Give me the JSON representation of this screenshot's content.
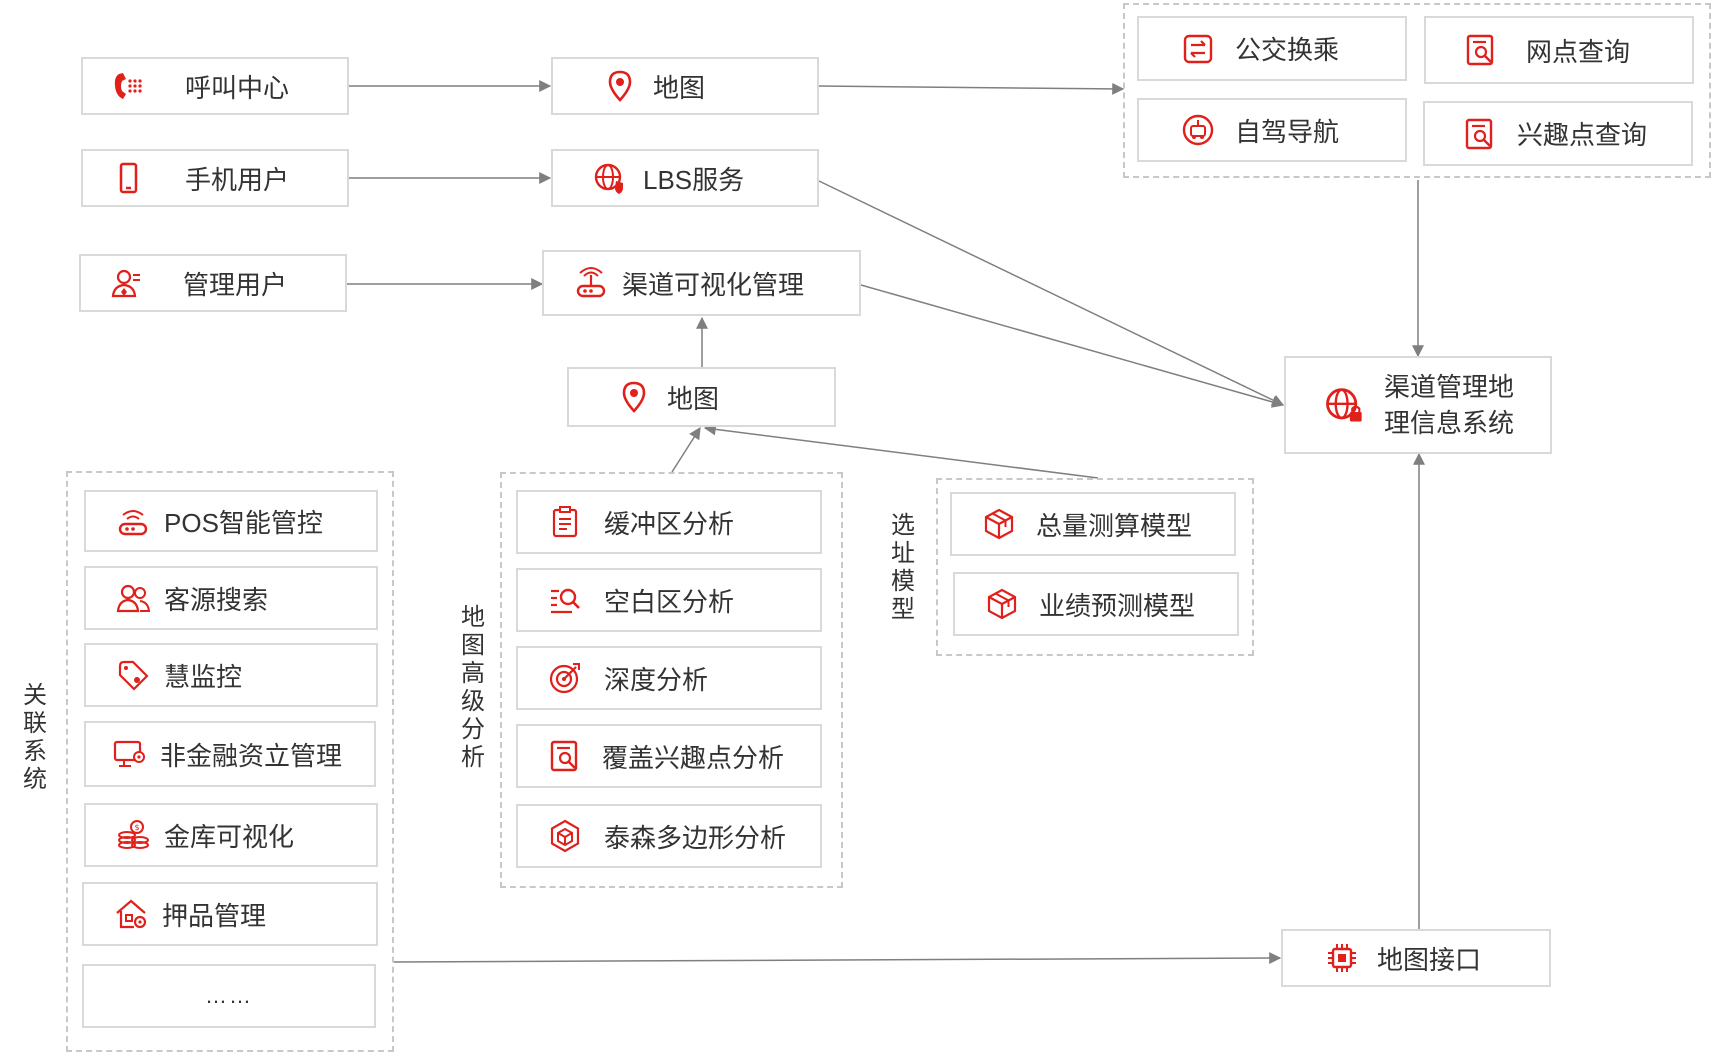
{
  "accent_color": "#e0201b",
  "line_color": "#7f7f7f",
  "users": {
    "call_center": "呼叫中心",
    "mobile_user": "手机用户",
    "admin_user": "管理用户"
  },
  "services": {
    "map_top": "地图",
    "lbs": "LBS服务",
    "channel_vis": "渠道可视化管理",
    "map_mid": "地图"
  },
  "map_functions": {
    "bus_transfer": "公交换乘",
    "outlet_query": "网点查询",
    "self_drive_nav": "自驾导航",
    "poi_query": "兴趣点查询"
  },
  "core_system": {
    "line1": "渠道管理地",
    "line2": "理信息系统"
  },
  "map_interface": "地图接口",
  "related_systems": {
    "label": "关联系统",
    "items": [
      {
        "label": "POS智能管控",
        "icon": "router-icon"
      },
      {
        "label": "客源搜索",
        "icon": "users-icon"
      },
      {
        "label": "慧监控",
        "icon": "tag-icon"
      },
      {
        "label": "非金融资立管理",
        "icon": "monitor-settings-icon"
      },
      {
        "label": "金库可视化",
        "icon": "coins-icon"
      },
      {
        "label": "押品管理",
        "icon": "house-gear-icon"
      },
      {
        "label": "……",
        "icon": ""
      }
    ]
  },
  "advanced_analysis": {
    "label": "地图高级分析",
    "items": [
      {
        "label": "缓冲区分析",
        "icon": "clipboard-icon"
      },
      {
        "label": "空白区分析",
        "icon": "list-search-icon"
      },
      {
        "label": "深度分析",
        "icon": "target-icon"
      },
      {
        "label": "覆盖兴趣点分析",
        "icon": "doc-search-icon"
      },
      {
        "label": "泰森多边形分析",
        "icon": "polygon-box-icon"
      }
    ]
  },
  "site_selection": {
    "label": "选址模型",
    "items": [
      {
        "label": "总量测算模型",
        "icon": "cube-icon"
      },
      {
        "label": "业绩预测模型",
        "icon": "cube-icon"
      }
    ]
  }
}
